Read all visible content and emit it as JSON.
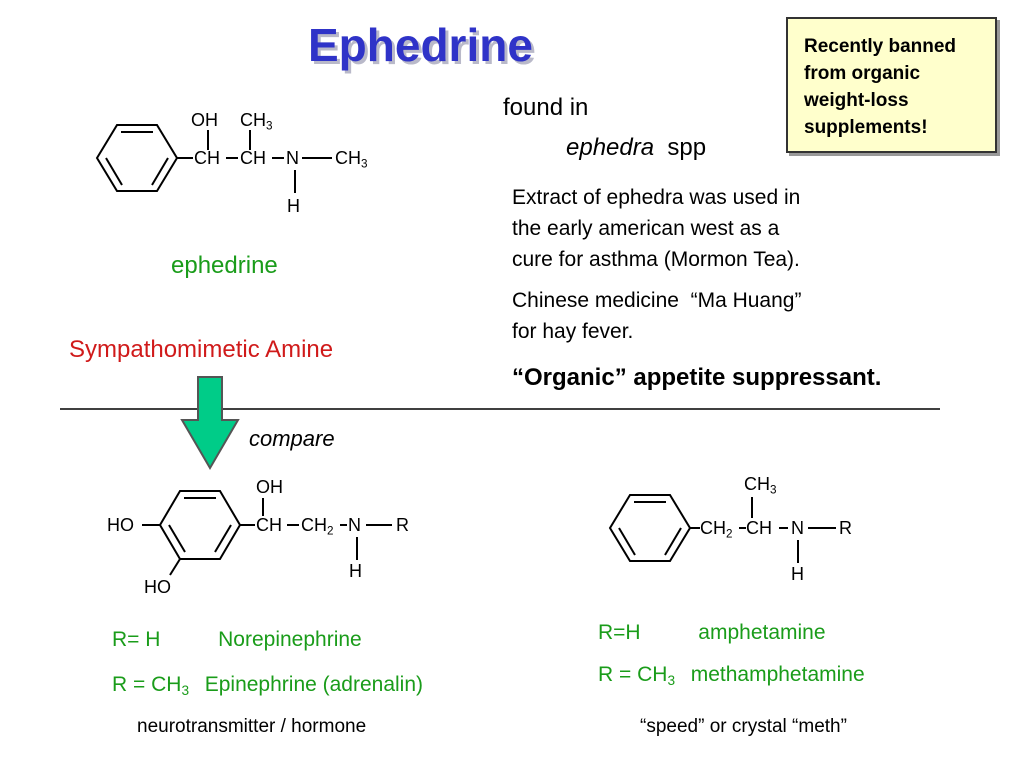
{
  "title": "Ephedrine",
  "callout": {
    "line1": "Recently banned",
    "line2": "from organic",
    "line3": "weight-loss",
    "line4": "supplements!"
  },
  "found": {
    "line1": "found in",
    "genus": "ephedra",
    "spp": "spp"
  },
  "extract": {
    "line1": "Extract of ephedra was used in",
    "line2": "the early american west as a",
    "line3": "cure for asthma (Mormon Tea)."
  },
  "chinese": {
    "line1": "Chinese medicine  “Ma Huang”",
    "line2": "for hay fever."
  },
  "organic": "“Organic” appetite suppressant.",
  "ephedrine_label": "ephedrine",
  "class_label": "Sympathomimetic Amine",
  "compare": "compare",
  "structure_top": {
    "oh": "OH",
    "ch3a": "CH",
    "ch3a_sub": "3",
    "ch1": "CH",
    "ch2": "CH",
    "n": "N",
    "ch3b": "CH",
    "ch3b_sub": "3",
    "h": "H"
  },
  "structure_left": {
    "ho1": "HO",
    "ho2": "HO",
    "oh": "OH",
    "ch": "CH",
    "ch2": "CH",
    "ch2_sub": "2",
    "n": "N",
    "r": "R",
    "h": "H"
  },
  "structure_right": {
    "ch3": "CH",
    "ch3_sub": "3",
    "ch2": "CH",
    "ch2_sub": "2",
    "ch": "CH",
    "n": "N",
    "r": "R",
    "h": "H"
  },
  "left_list": {
    "r1": "R= H",
    "name1": "Norepinephrine",
    "r2": "R = CH",
    "r2_sub": "3",
    "name2": "Epinephrine (adrenalin)",
    "note": "neurotransmitter / hormone"
  },
  "right_list": {
    "r1": "R=H",
    "name1": "amphetamine",
    "r2": "R = CH",
    "r2_sub": "3",
    "name2": "methamphetamine",
    "note": "“speed” or crystal “meth”"
  }
}
